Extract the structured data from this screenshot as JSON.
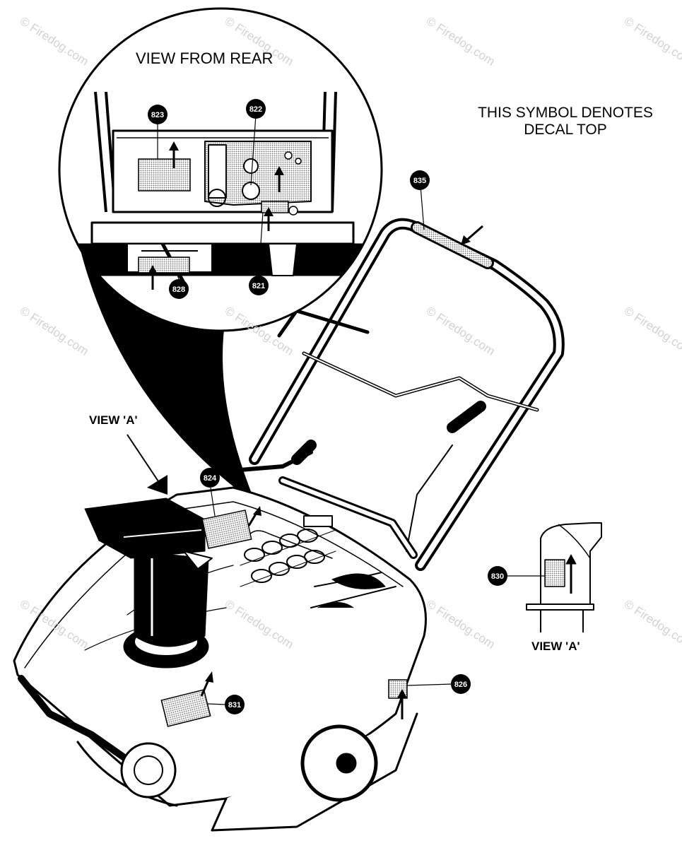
{
  "labels": {
    "view_rear": "VIEW FROM REAR",
    "symbol_note_line1": "THIS SYMBOL DENOTES",
    "symbol_note_line2": "DECAL TOP",
    "view_a_top": "VIEW 'A'",
    "view_a_bottom": "VIEW 'A'"
  },
  "callouts": {
    "c823": "823",
    "c822": "822",
    "c821": "821",
    "c828": "828",
    "c835": "835",
    "c824": "824",
    "c830": "830",
    "c826": "826",
    "c831": "831"
  },
  "watermark": {
    "text": "© Firedog.com"
  },
  "colors": {
    "ink": "#000000",
    "decal": "#b5b5b5",
    "paper": "#ffffff",
    "watermark": "#d2d2d2"
  }
}
